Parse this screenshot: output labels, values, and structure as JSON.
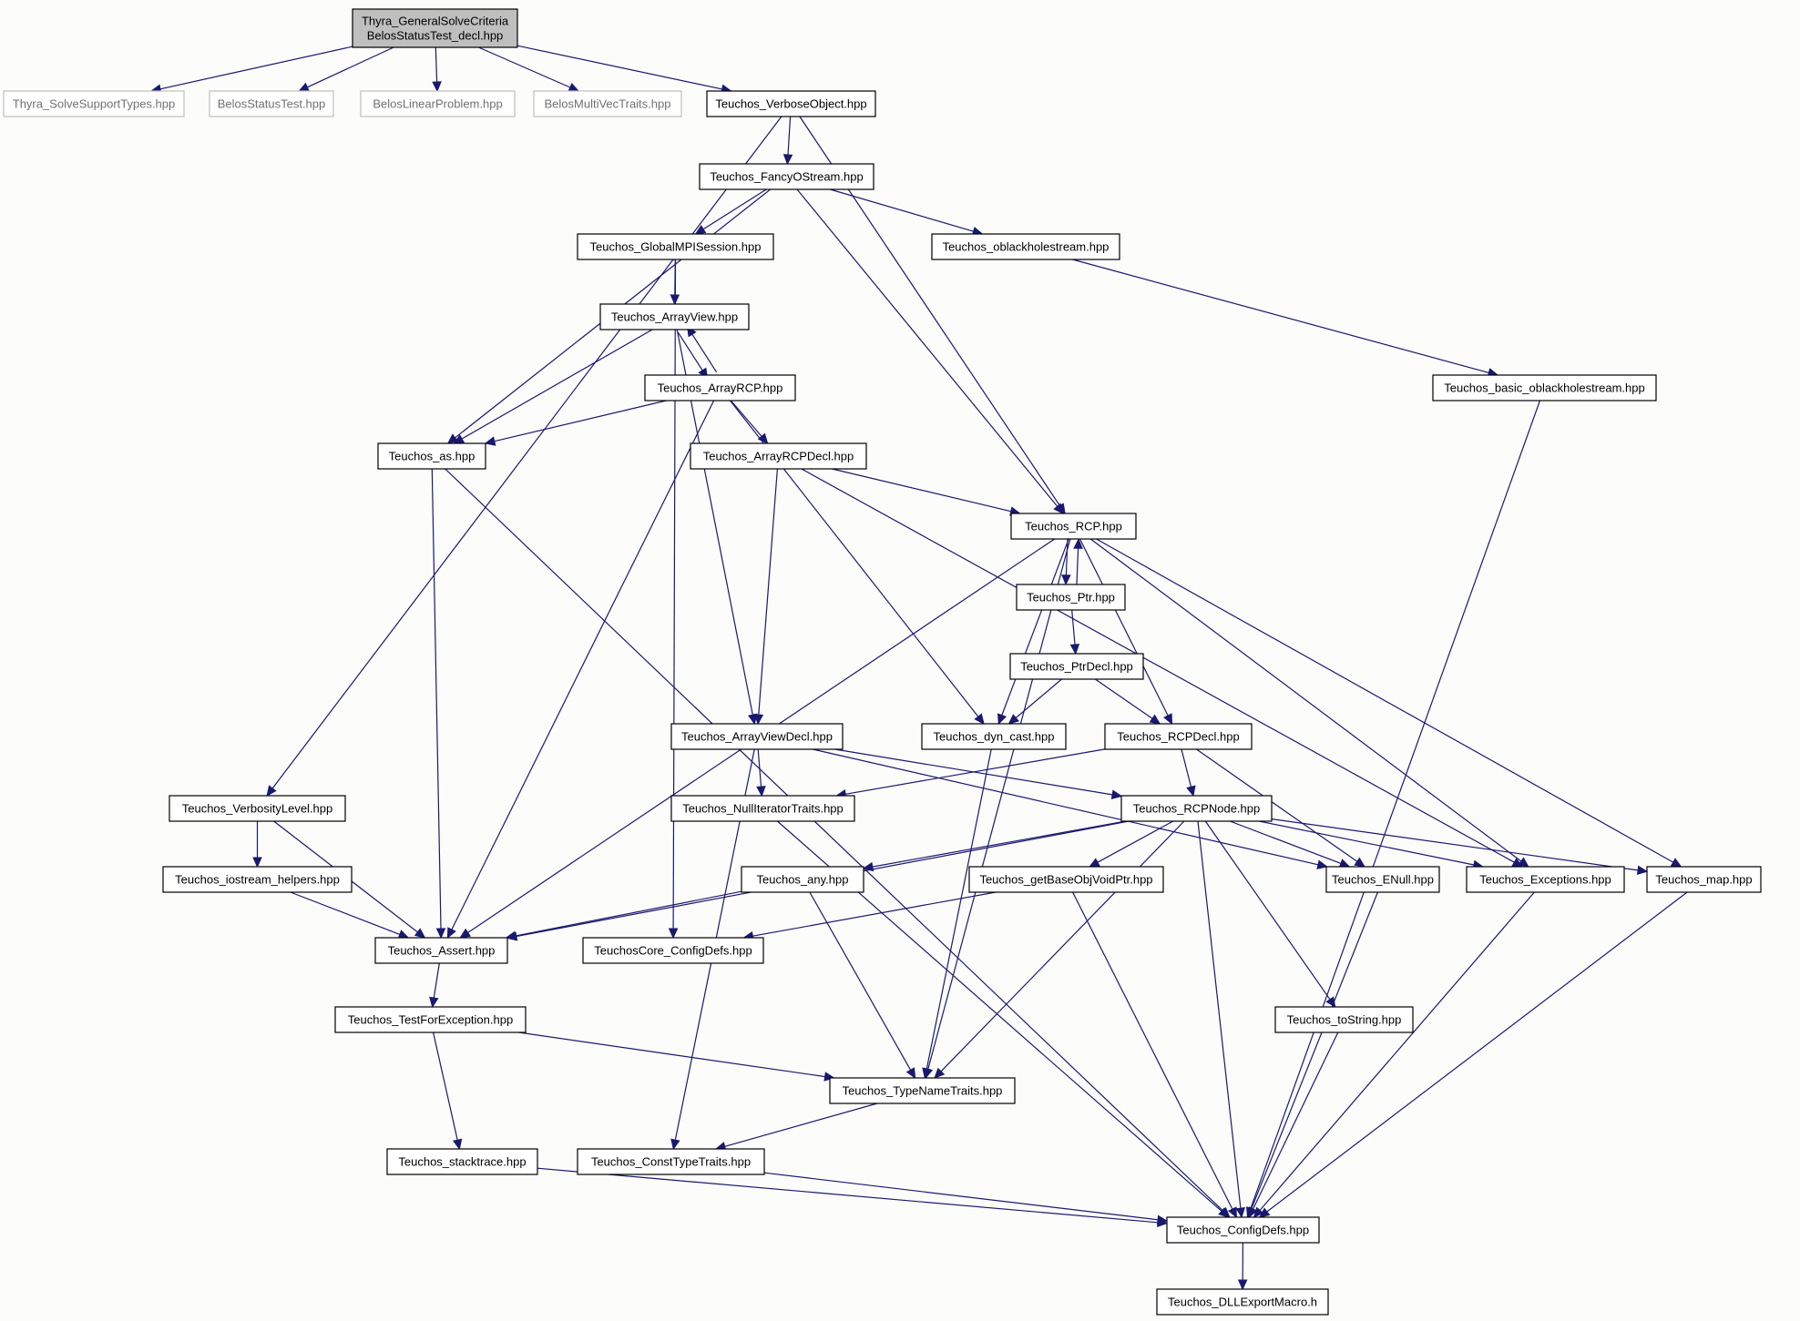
{
  "diagram": {
    "edge_color": "#191970",
    "root_fill": "#bfbfbf",
    "nodes": [
      {
        "id": "root",
        "lines": [
          "Thyra_GeneralSolveCriteria",
          "BelosStatusTest_decl.hpp"
        ],
        "style": "root"
      },
      {
        "id": "solvesupport",
        "lines": [
          "Thyra_SolveSupportTypes.hpp"
        ],
        "style": "gray"
      },
      {
        "id": "belosstatustest",
        "lines": [
          "BelosStatusTest.hpp"
        ],
        "style": "gray"
      },
      {
        "id": "beloslinear",
        "lines": [
          "BelosLinearProblem.hpp"
        ],
        "style": "gray"
      },
      {
        "id": "belosmultivec",
        "lines": [
          "BelosMultiVecTraits.hpp"
        ],
        "style": "gray"
      },
      {
        "id": "verboseobject",
        "lines": [
          "Teuchos_VerboseObject.hpp"
        ]
      },
      {
        "id": "fancyostream",
        "lines": [
          "Teuchos_FancyOStream.hpp"
        ]
      },
      {
        "id": "globalmpi",
        "lines": [
          "Teuchos_GlobalMPISession.hpp"
        ]
      },
      {
        "id": "oblackhole",
        "lines": [
          "Teuchos_oblackholestream.hpp"
        ]
      },
      {
        "id": "arrayview",
        "lines": [
          "Teuchos_ArrayView.hpp"
        ]
      },
      {
        "id": "arrayrcp",
        "lines": [
          "Teuchos_ArrayRCP.hpp"
        ]
      },
      {
        "id": "basicoblack",
        "lines": [
          "Teuchos_basic_oblackholestream.hpp"
        ]
      },
      {
        "id": "as",
        "lines": [
          "Teuchos_as.hpp"
        ]
      },
      {
        "id": "arrayrcpdecl",
        "lines": [
          "Teuchos_ArrayRCPDecl.hpp"
        ]
      },
      {
        "id": "rcp",
        "lines": [
          "Teuchos_RCP.hpp"
        ]
      },
      {
        "id": "ptr",
        "lines": [
          "Teuchos_Ptr.hpp"
        ]
      },
      {
        "id": "ptrdecl",
        "lines": [
          "Teuchos_PtrDecl.hpp"
        ]
      },
      {
        "id": "arrayviewdecl",
        "lines": [
          "Teuchos_ArrayViewDecl.hpp"
        ]
      },
      {
        "id": "dyncast",
        "lines": [
          "Teuchos_dyn_cast.hpp"
        ]
      },
      {
        "id": "rcpdecl",
        "lines": [
          "Teuchos_RCPDecl.hpp"
        ]
      },
      {
        "id": "verbositylevel",
        "lines": [
          "Teuchos_VerbosityLevel.hpp"
        ]
      },
      {
        "id": "nulliterator",
        "lines": [
          "Teuchos_NullIteratorTraits.hpp"
        ]
      },
      {
        "id": "rcpnode",
        "lines": [
          "Teuchos_RCPNode.hpp"
        ]
      },
      {
        "id": "iostreamhelpers",
        "lines": [
          "Teuchos_iostream_helpers.hpp"
        ]
      },
      {
        "id": "any",
        "lines": [
          "Teuchos_any.hpp"
        ]
      },
      {
        "id": "getbaseobj",
        "lines": [
          "Teuchos_getBaseObjVoidPtr.hpp"
        ]
      },
      {
        "id": "enull",
        "lines": [
          "Teuchos_ENull.hpp"
        ]
      },
      {
        "id": "exceptions",
        "lines": [
          "Teuchos_Exceptions.hpp"
        ]
      },
      {
        "id": "map",
        "lines": [
          "Teuchos_map.hpp"
        ]
      },
      {
        "id": "assert",
        "lines": [
          "Teuchos_Assert.hpp"
        ]
      },
      {
        "id": "coreconfig",
        "lines": [
          "TeuchosCore_ConfigDefs.hpp"
        ]
      },
      {
        "id": "testforexception",
        "lines": [
          "Teuchos_TestForException.hpp"
        ]
      },
      {
        "id": "tostring",
        "lines": [
          "Teuchos_toString.hpp"
        ]
      },
      {
        "id": "typenametraits",
        "lines": [
          "Teuchos_TypeNameTraits.hpp"
        ]
      },
      {
        "id": "stacktrace",
        "lines": [
          "Teuchos_stacktrace.hpp"
        ]
      },
      {
        "id": "consttypetraits",
        "lines": [
          "Teuchos_ConstTypeTraits.hpp"
        ]
      },
      {
        "id": "configdefs",
        "lines": [
          "Teuchos_ConfigDefs.hpp"
        ]
      },
      {
        "id": "dllexport",
        "lines": [
          "Teuchos_DLLExportMacro.h"
        ]
      }
    ],
    "edges": [
      [
        "root",
        "solvesupport"
      ],
      [
        "root",
        "belosstatustest"
      ],
      [
        "root",
        "beloslinear"
      ],
      [
        "root",
        "belosmultivec"
      ],
      [
        "root",
        "verboseobject"
      ],
      [
        "verboseobject",
        "fancyostream"
      ],
      [
        "verboseobject",
        "verbositylevel"
      ],
      [
        "verboseobject",
        "rcp"
      ],
      [
        "fancyostream",
        "globalmpi"
      ],
      [
        "fancyostream",
        "oblackhole"
      ],
      [
        "fancyostream",
        "as"
      ],
      [
        "fancyostream",
        "rcp"
      ],
      [
        "globalmpi",
        "arrayview"
      ],
      [
        "globalmpi",
        "coreconfig"
      ],
      [
        "oblackhole",
        "basicoblack"
      ],
      [
        "basicoblack",
        "configdefs"
      ],
      [
        "arrayview",
        "arrayrcp"
      ],
      [
        "arrayrcp",
        "arrayview"
      ],
      [
        "arrayview",
        "as"
      ],
      [
        "arrayview",
        "arrayviewdecl"
      ],
      [
        "arrayrcp",
        "as"
      ],
      [
        "arrayrcp",
        "arrayrcpdecl"
      ],
      [
        "arrayrcp",
        "assert"
      ],
      [
        "arrayrcp",
        "dyncast"
      ],
      [
        "as",
        "assert"
      ],
      [
        "as",
        "configdefs"
      ],
      [
        "arrayrcpdecl",
        "rcp"
      ],
      [
        "arrayrcpdecl",
        "arrayviewdecl"
      ],
      [
        "arrayrcpdecl",
        "exceptions"
      ],
      [
        "rcp",
        "ptr"
      ],
      [
        "ptr",
        "rcp"
      ],
      [
        "rcp",
        "dyncast"
      ],
      [
        "rcp",
        "rcpdecl"
      ],
      [
        "rcp",
        "assert"
      ],
      [
        "rcp",
        "typenametraits"
      ],
      [
        "rcp",
        "exceptions"
      ],
      [
        "rcp",
        "map"
      ],
      [
        "ptr",
        "ptrdecl"
      ],
      [
        "ptrdecl",
        "dyncast"
      ],
      [
        "ptrdecl",
        "rcpdecl"
      ],
      [
        "arrayviewdecl",
        "nulliterator"
      ],
      [
        "arrayviewdecl",
        "rcpnode"
      ],
      [
        "arrayviewdecl",
        "enull"
      ],
      [
        "arrayviewdecl",
        "consttypetraits"
      ],
      [
        "dyncast",
        "typenametraits"
      ],
      [
        "rcpdecl",
        "nulliterator"
      ],
      [
        "rcpdecl",
        "rcpnode"
      ],
      [
        "rcpdecl",
        "enull"
      ],
      [
        "verbositylevel",
        "iostreamhelpers"
      ],
      [
        "verbositylevel",
        "assert"
      ],
      [
        "nulliterator",
        "configdefs"
      ],
      [
        "rcpnode",
        "any"
      ],
      [
        "rcpnode",
        "getbaseobj"
      ],
      [
        "rcpnode",
        "enull"
      ],
      [
        "rcpnode",
        "exceptions"
      ],
      [
        "rcpnode",
        "map"
      ],
      [
        "rcpnode",
        "assert"
      ],
      [
        "rcpnode",
        "typenametraits"
      ],
      [
        "rcpnode",
        "tostring"
      ],
      [
        "rcpnode",
        "configdefs"
      ],
      [
        "iostreamhelpers",
        "assert"
      ],
      [
        "any",
        "assert"
      ],
      [
        "any",
        "typenametraits"
      ],
      [
        "getbaseobj",
        "coreconfig"
      ],
      [
        "getbaseobj",
        "configdefs"
      ],
      [
        "enull",
        "configdefs"
      ],
      [
        "exceptions",
        "configdefs"
      ],
      [
        "map",
        "configdefs"
      ],
      [
        "assert",
        "testforexception"
      ],
      [
        "testforexception",
        "stacktrace"
      ],
      [
        "testforexception",
        "typenametraits"
      ],
      [
        "tostring",
        "configdefs"
      ],
      [
        "typenametraits",
        "consttypetraits"
      ],
      [
        "stacktrace",
        "configdefs"
      ],
      [
        "consttypetraits",
        "configdefs"
      ],
      [
        "configdefs",
        "dllexport"
      ]
    ]
  }
}
